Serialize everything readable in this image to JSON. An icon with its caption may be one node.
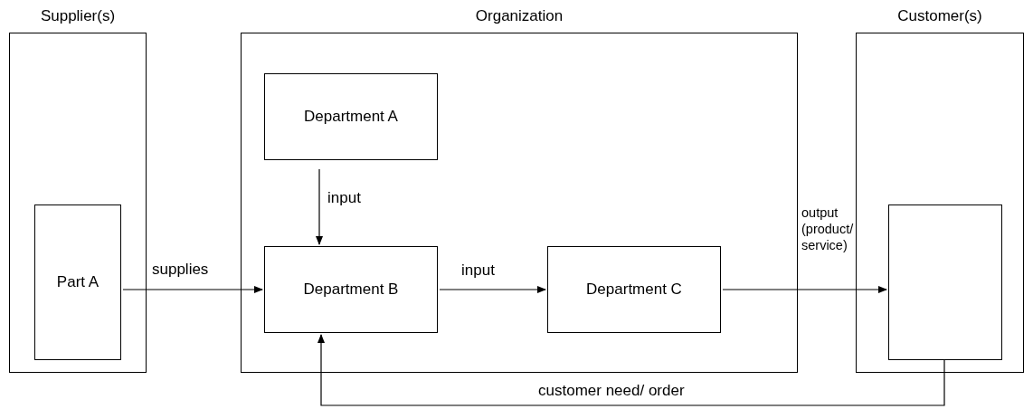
{
  "diagram": {
    "nodes": [
      {
        "text": [
          "Supplier(s)"
        ]
      },
      {
        "text": [
          "Part A"
        ],
        "in": 0
      },
      {
        "text": [
          "Organization"
        ]
      },
      {
        "text": [
          "Department A"
        ],
        "in": 2
      },
      {
        "text": [
          "Department B"
        ],
        "in": 2
      },
      {
        "text": [
          "Department C"
        ],
        "in": 2
      },
      {
        "text": [
          "Customer(s)"
        ]
      },
      {
        "text": [],
        "shape": "box",
        "in": 6
      }
    ],
    "edges": [
      {
        "from": 1,
        "to": 4,
        "arrow": "to",
        "label": "supplies"
      },
      {
        "from": 3,
        "to": 4,
        "arrow": "to",
        "label": "input"
      },
      {
        "from": 4,
        "to": 5,
        "arrow": "to",
        "label": "input"
      },
      {
        "from": 5,
        "to": 7,
        "arrow": "to",
        "label": "output (product/ service)"
      },
      {
        "from": 7,
        "to": 4,
        "arrow": "to",
        "label": "customer need/ order"
      }
    ]
  }
}
